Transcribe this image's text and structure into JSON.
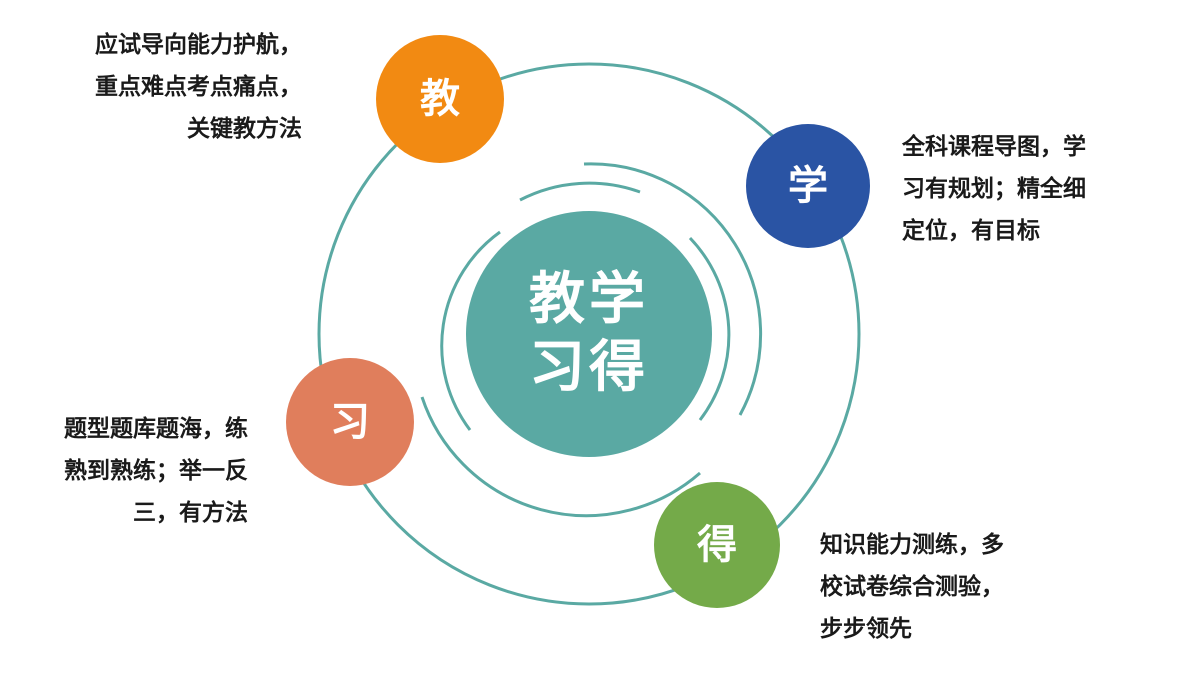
{
  "center": {
    "line1": "教学",
    "line2": "习得"
  },
  "nodes": [
    {
      "char": "教",
      "color": "#f28a12",
      "desc": [
        "应试导向能力护航，",
        "重点难点考点痛点，",
        "关键教方法"
      ]
    },
    {
      "char": "学",
      "color": "#2a54a4",
      "desc": [
        "全科课程导图，学",
        "习有规划；精全细",
        "定位，有目标"
      ]
    },
    {
      "char": "习",
      "color": "#e07e5c",
      "desc": [
        "题型题库题海，练",
        "熟到熟练；举一反",
        "三，有方法"
      ]
    },
    {
      "char": "得",
      "color": "#74aa49",
      "desc": [
        "知识能力测练，多",
        "校试卷综合测验，",
        "步步领先"
      ]
    }
  ],
  "colors": {
    "center_fill": "#5aa9a3",
    "ring_stroke": "#5aa9a3"
  }
}
